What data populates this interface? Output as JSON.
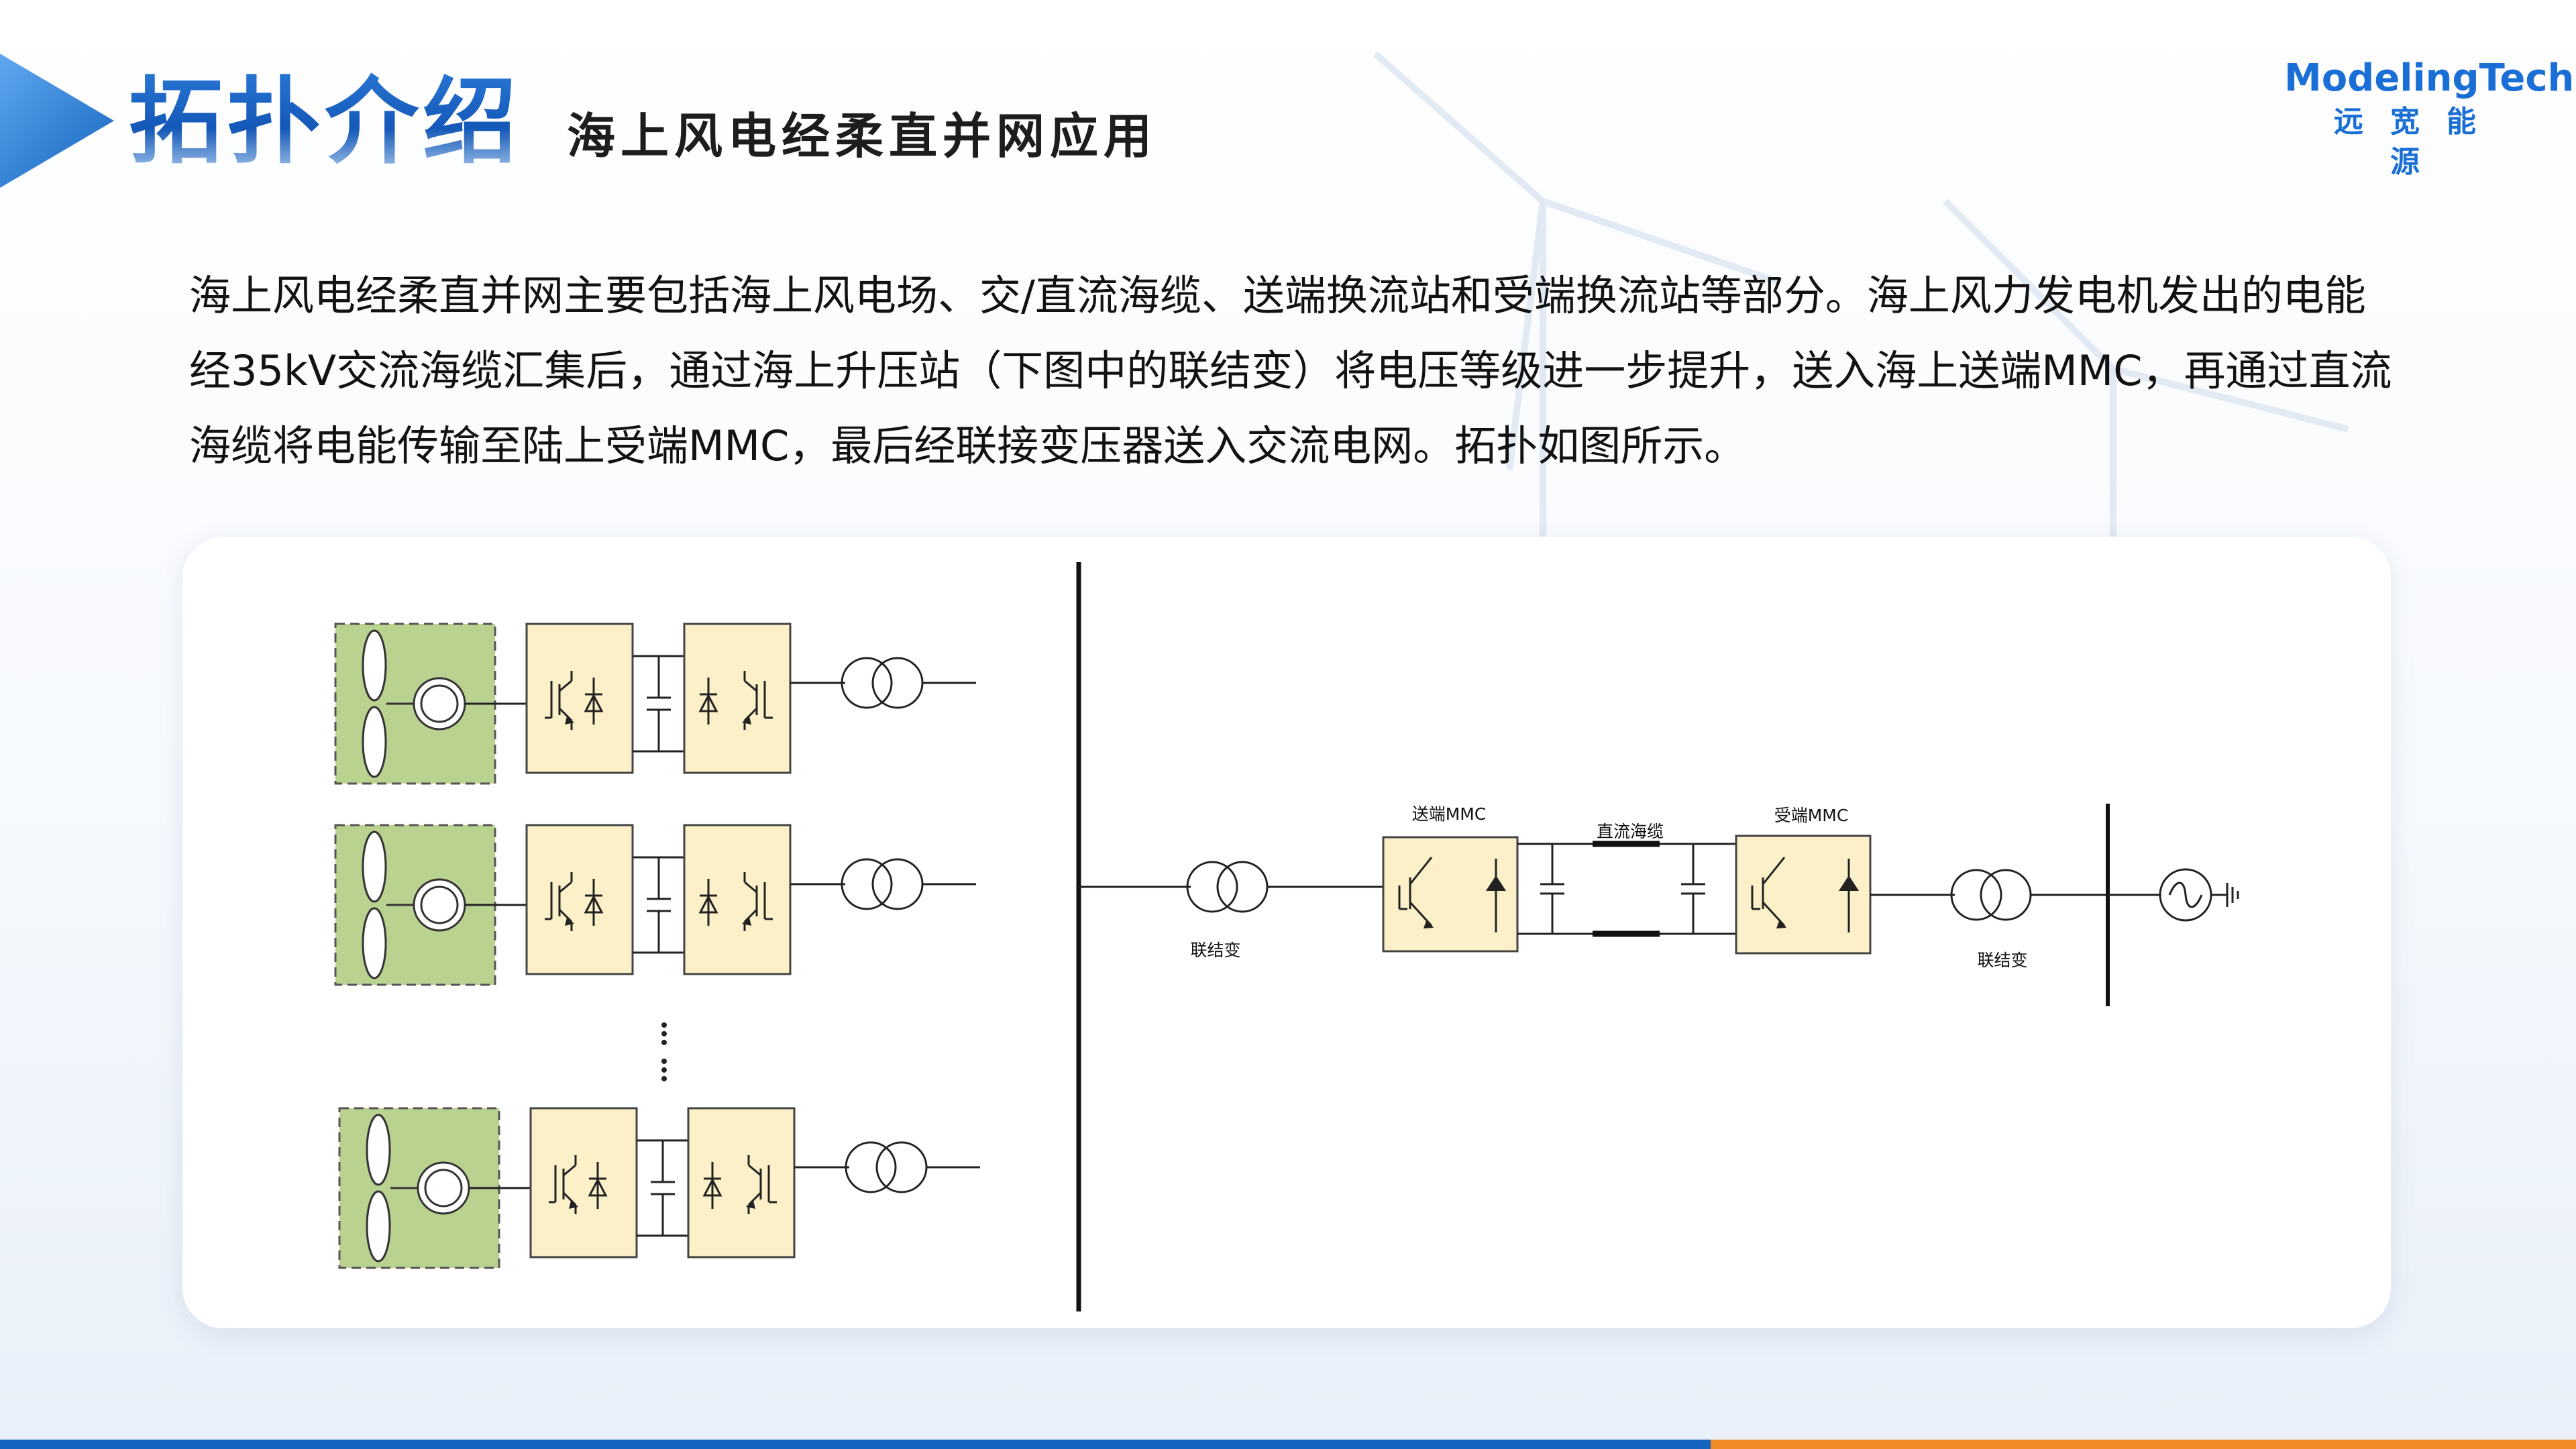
{
  "header": {
    "title": "拓扑介绍",
    "subtitle": "海上风电经柔直并网应用"
  },
  "logo": {
    "en": "ModelingTech",
    "cn": "远宽能源"
  },
  "intro": {
    "text": "海上风电经柔直并网主要包括海上风电场、交/直流海缆、送端换流站和受端换流站等部分。海上风力发电机发出的电能经35kV交流海缆汇集后，通过海上升压站（下图中的联结变）将电压等级进一步提升，送入海上送端MMC，再通过直流海缆将电能传输至陆上受端MMC，最后经联接变压器送入交流电网。拓扑如图所示。"
  },
  "diagram": {
    "sending_mmc_label": "送端MMC",
    "receiving_mmc_label": "受端MMC",
    "dc_cable_label": "直流海缆",
    "transformer_left_label": "联结变",
    "transformer_right_label": "联结变",
    "wind_unit_rows": 3,
    "colors": {
      "wind_box": "#b9d28f",
      "converter_box": "#fbf0c8",
      "line": "#222222"
    }
  }
}
